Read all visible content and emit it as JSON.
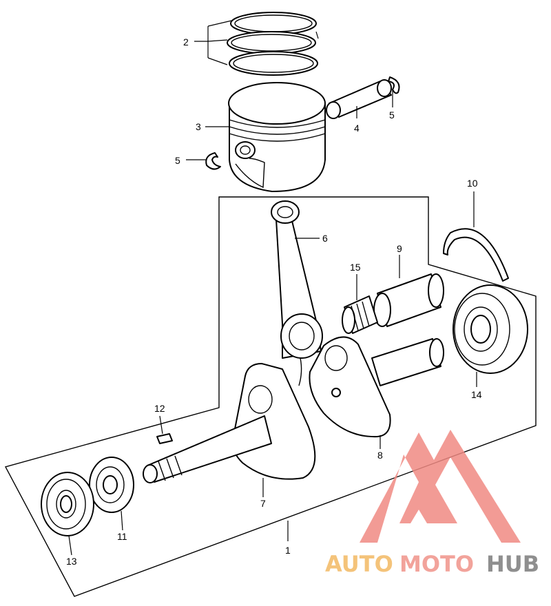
{
  "callouts": [
    "1",
    "2",
    "3",
    "4",
    "5",
    "5",
    "6",
    "7",
    "8",
    "9",
    "10",
    "11",
    "12",
    "13",
    "14",
    "15"
  ],
  "watermark": {
    "part1": "AUTO",
    "part2": "MOTO",
    "part3": "HUB",
    "colors": {
      "auto": "#f4c37a",
      "moto": "#f2a39b",
      "hub": "#8f8f8f",
      "logo": "#f08a82"
    }
  }
}
